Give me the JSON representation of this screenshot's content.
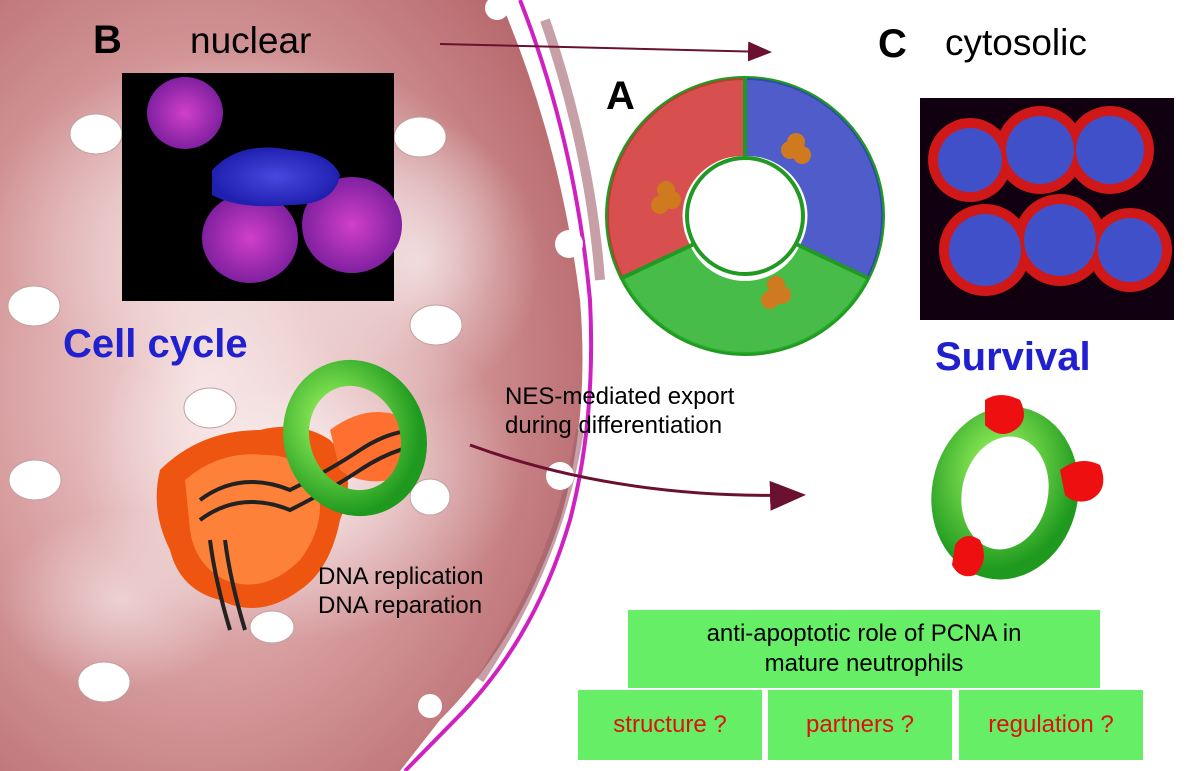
{
  "panels": {
    "b_letter": "B",
    "b_title": "nuclear",
    "a_letter": "A",
    "c_letter": "C",
    "c_title": "cytosolic"
  },
  "labels": {
    "cell_cycle": "Cell cycle",
    "survival": "Survival",
    "export_line1": "NES-mediated export",
    "export_line2": "during differentiation",
    "dna_line1": "DNA replication",
    "dna_line2": "DNA reparation"
  },
  "boxes": {
    "main_line1": "anti-apoptotic role of PCNA in",
    "main_line2": "mature neutrophils",
    "structure": "structure ?",
    "partners": "partners ?",
    "regulation": "regulation ?"
  },
  "colors": {
    "nucleus_fill": "#c87e82",
    "membrane": "#d020c0",
    "arrow": "#6a1030",
    "pcna_green": "#22bb22",
    "dna_orange": "#ee5511",
    "box_green": "#66ee66",
    "question_red": "#e01010",
    "heading_blue": "#2020d0"
  }
}
